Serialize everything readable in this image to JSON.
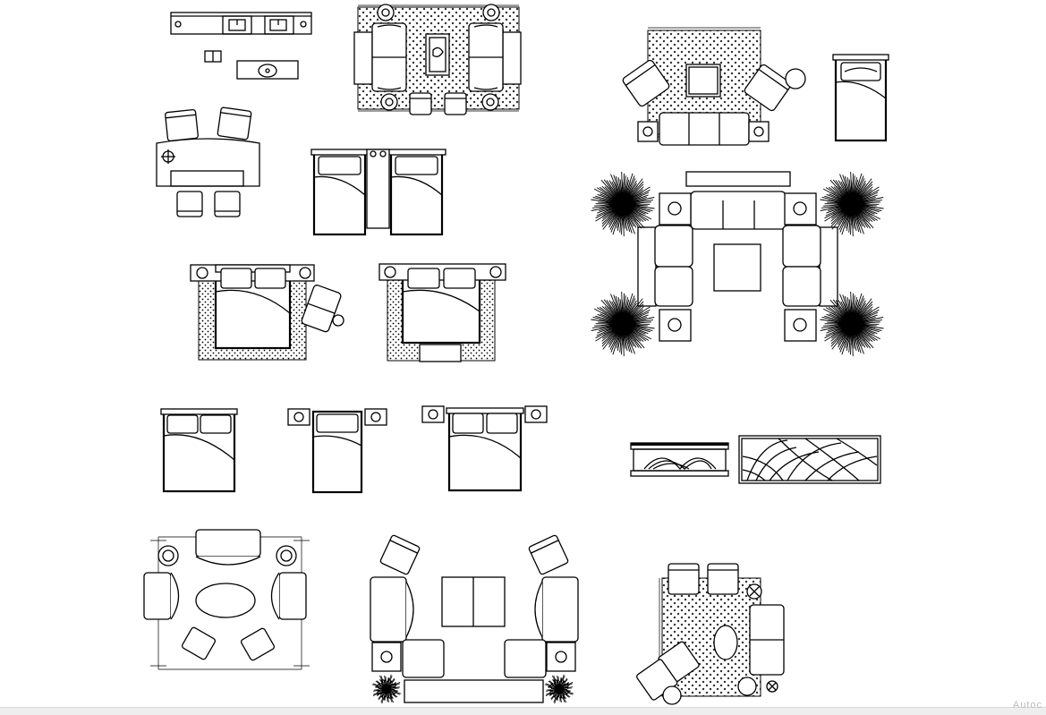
{
  "drawing": {
    "description_visible_text": "",
    "blocks": [
      "vanity-unit",
      "living-set-rug-two-sofas",
      "living-set-angled-chairs",
      "single-bed-small",
      "desk-with-chairs",
      "twin-beds",
      "living-room-plants",
      "double-bed-rug-with-chair",
      "double-bed-rug-bench",
      "double-bed-plain",
      "single-bed-nightstands",
      "double-bed-nightstands",
      "bench-elevation",
      "decorative-panel",
      "oval-table-lounge",
      "lounge-with-plants",
      "corner-lounge-rug"
    ]
  },
  "watermark": {
    "text": "Autoc"
  },
  "colors": {
    "line": "#000000",
    "background": "#ffffff",
    "bar": "#eeeeee"
  }
}
